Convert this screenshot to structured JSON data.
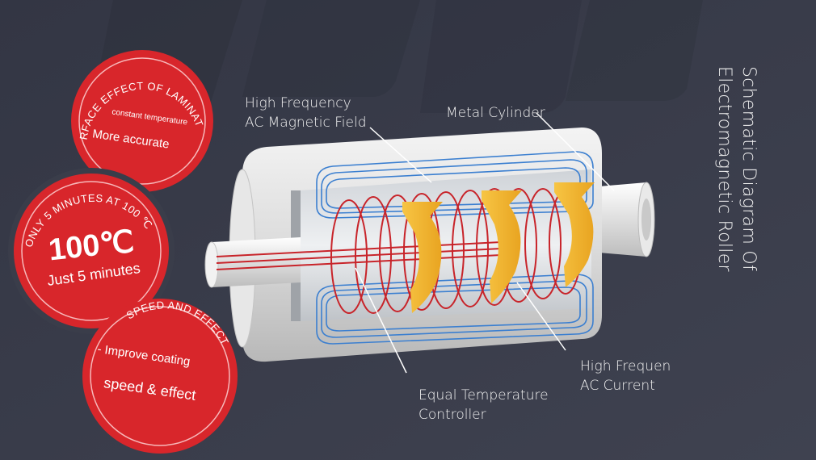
{
  "title": {
    "line1": "Schematic Diagram Of",
    "line2": "Electromagnetic Roller"
  },
  "labels": {
    "magnetic_field": {
      "line1": "High Frequency",
      "line2": "AC Magnetic Field"
    },
    "metal_cylinder": "Metal Cylinder",
    "ac_current": {
      "line1": "High Frequen",
      "line2": "AC Current"
    },
    "temperature_controller": {
      "line1": "Equal Temperature",
      "line2": "Controller"
    }
  },
  "badges": [
    {
      "arc": "SURFACE EFFECT OF LAMINATION",
      "small": "constant temperature",
      "main": "More accurate"
    },
    {
      "arc": "ONLY 5 MINUTES AT 100  ℃",
      "big": "100℃",
      "main": "Just 5 minutes"
    },
    {
      "arc": "SPEED AND EFFECT",
      "main1": "- Improve coating",
      "main2": "speed & effect"
    }
  ],
  "colors": {
    "background": "#3a3d4a",
    "badge_red": "#d8262b",
    "coil_red": "#c8242a",
    "field_blue": "#3b7fd0",
    "arrow_yellow": "#f2b32a"
  }
}
